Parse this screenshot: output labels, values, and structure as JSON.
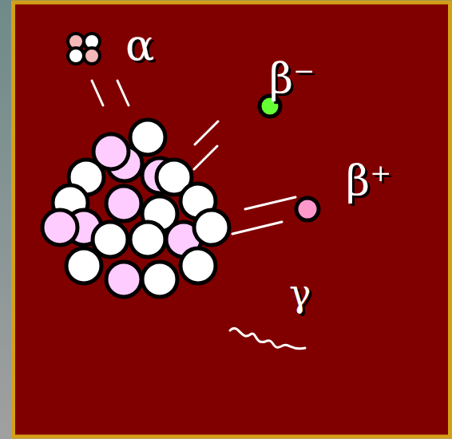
{
  "diagram": {
    "labels": [
      "α",
      "β⁻",
      "β⁺",
      "γ"
    ]
  }
}
